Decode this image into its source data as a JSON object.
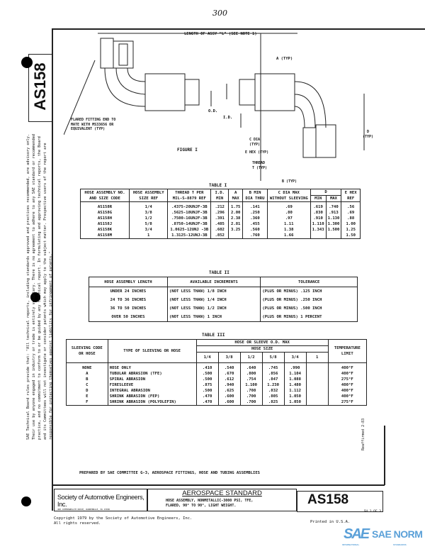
{
  "handwritten_mark": "300",
  "side_tab": {
    "code": "AS158"
  },
  "notice": "SAE Technical Board rules provide that: \"All technical reports, including standards approved and practices recommended, are advisory only. Their use by anyone engaged in industry or trade is entirely voluntary. There is no agreement to adhere to any SAE standard or recommended practice, and no commitment to conform to or be guided by any technical report. In formulating and approving technical reports, the Board and its Committees will not investigate or consider patents which may apply to the subject matter. Prospective users of the report are responsible for protecting themselves against liability for infringement of patents.\"",
  "figure": {
    "caption": "FIGURE I",
    "labels": {
      "length": "LENGTH OF ASSY \"L\" (SEE NOTE 1)",
      "a": "A (TYP)",
      "od": "O.D.",
      "id": "I.D.",
      "flared": "FLARED FITTING END TO",
      "flared2": "MATE WITH MS33656 OR",
      "flared3": "EQUIVALENT (TYP)",
      "c": "C DIA",
      "c2": "(TYP)",
      "d": "D",
      "d2": "(TYP)",
      "e": "E HEX (TYP)",
      "thread": "THREAD",
      "thread2": "T (TYP)",
      "b": "B (TYP)"
    }
  },
  "table1": {
    "title": "TABLE I",
    "headers": [
      "HOSE ASSEMBLY NO. AND SIZE CODE",
      "HOSE ASSEMBLY SIZE REF",
      "THREAD T PER MIL-S-8879 REF",
      "I.D. MIN",
      "A MAX",
      "B MIN DIA THRU",
      "C DIA MAX WITHOUT SLEEVING",
      "D",
      "E HEX REF"
    ],
    "d_sub": [
      "MIN",
      "MAX"
    ],
    "rows": [
      [
        "AS158R",
        "1/4",
        ".4375-20UNJF-3B",
        ".212",
        "1.75",
        ".141",
        ".69",
        ".619",
        ".740",
        ".56"
      ],
      [
        "AS158G",
        "3/8",
        ".5625-18UNJF-3B",
        ".296",
        "2.00",
        ".250",
        ".80",
        ".830",
        ".913",
        ".69"
      ],
      [
        "AS158H",
        "1/2",
        ".7500-16UNJF-3B",
        ".391",
        "2.38",
        ".360",
        ".97",
        ".910",
        "1.130",
        ".88"
      ],
      [
        "AS158J",
        "5/8",
        ".8750-14UNJF-3B",
        ".485",
        "2.81",
        ".455",
        "1.11",
        "1.110",
        "1.300",
        "1.00"
      ],
      [
        "AS158K",
        "3/4",
        "1.0625-12UNJ -3B",
        ".602",
        "3.25",
        ".560",
        "1.38",
        "1.343",
        "1.500",
        "1.25"
      ],
      [
        "AS158M",
        "1",
        "1.3125-12UNJ-3B",
        ".852",
        "",
        ".760",
        "1.66",
        "",
        "",
        "1.50"
      ]
    ]
  },
  "table2": {
    "title": "TABLE II",
    "headers": [
      "HOSE ASSEMBLY LENGTH",
      "AVAILABLE INCREMENTS",
      "TOLERANCE"
    ],
    "rows": [
      [
        "UNDER 24 INCHES",
        "(NOT LESS THAN) 1/8 INCH",
        "(PLUS OR MINUS) .125 INCH"
      ],
      [
        "24 TO 36 INCHES",
        "(NOT LESS THAN) 1/4 INCH",
        "(PLUS OR MINUS) .250 INCH"
      ],
      [
        "36 TO 50 INCHES",
        "(NOT LESS THAN) 1/2 INCH",
        "(PLUS OR MINUS) .500 INCH"
      ],
      [
        "OVER 50 INCHES",
        "(NOT LESS THAN) 1 INCH",
        "(PLUS OR MINUS) 1 PERCENT"
      ]
    ]
  },
  "table3": {
    "title": "TABLE III",
    "headers": [
      "SLEEVING CODE OR HOSE",
      "TYPE OF SLEEVING OR HOSE",
      "HOSE OR SLEEVE O.D. MAX",
      "HOSE SIZE",
      "TEMPERATURE LIMIT"
    ],
    "sizes": [
      "1/4",
      "3/8",
      "1/2",
      "5/8",
      "3/4",
      "1"
    ],
    "rows": [
      [
        "NONE",
        "HOSE ONLY",
        ".410",
        ".540",
        ".640",
        ".745",
        ".990",
        "",
        "400°F"
      ],
      [
        "A",
        "TUBULAR ABRASION (TFE)",
        ".500",
        ".670",
        ".800",
        ".856",
        "1.104",
        "",
        "400°F"
      ],
      [
        "B",
        "SPIRAL ABRASION",
        ".500",
        ".612",
        ".754",
        ".847",
        "1.088",
        "",
        "275°F"
      ],
      [
        "C",
        "FIRESLEEVE",
        ".875",
        ".940",
        "1.100",
        "1.230",
        "1.480",
        "",
        "400°F"
      ],
      [
        "D",
        "INTEGRAL ABRASION",
        ".500",
        ".625",
        ".708",
        ".832",
        "1.112",
        "",
        "400°F"
      ],
      [
        "E",
        "SHRINK ABRASION (FEP)",
        ".470",
        ".600",
        ".700",
        ".805",
        "1.050",
        "",
        "400°F"
      ],
      [
        "F",
        "SHRINK ABRASION (POLYOLEFIN)",
        ".470",
        ".600",
        ".700",
        ".825",
        "1.050",
        "",
        "275°F"
      ]
    ]
  },
  "prepared": "PREPARED BY SAE COMMITTEE G-3, AEROSPACE FITTINGS, HOSE AND TUBING ASSEMBLIES",
  "reaffirmed": "Reaffirmed 2-83",
  "title_block": {
    "org": "Society of Automotive Engineers, Inc.",
    "org_address": "400 COMMONWEALTH DRIVE, WARRENDALE, PA 15096",
    "heading": "AEROSPACE STANDARD",
    "description1": "HOSE ASSEMBLY, NONMETALLIC-3000 PSI, TFE,",
    "description2": "FLARED, 90° TO 90°, LIGHT WEIGHT.",
    "number": "AS158",
    "sheet": "SH 1 OF 3"
  },
  "copyright1": "Copyright 1979 by the Society of Automotive Engineers, Inc.",
  "copyright2": "All rights reserved.",
  "printed": "Printed in U.S.A.",
  "watermark": {
    "logo": "SAE",
    "text": "SAE NORM",
    "sub_left": "INTERNATIONAL",
    "sub_right": "STANDARDS",
    "color": "#5aa0d8"
  }
}
